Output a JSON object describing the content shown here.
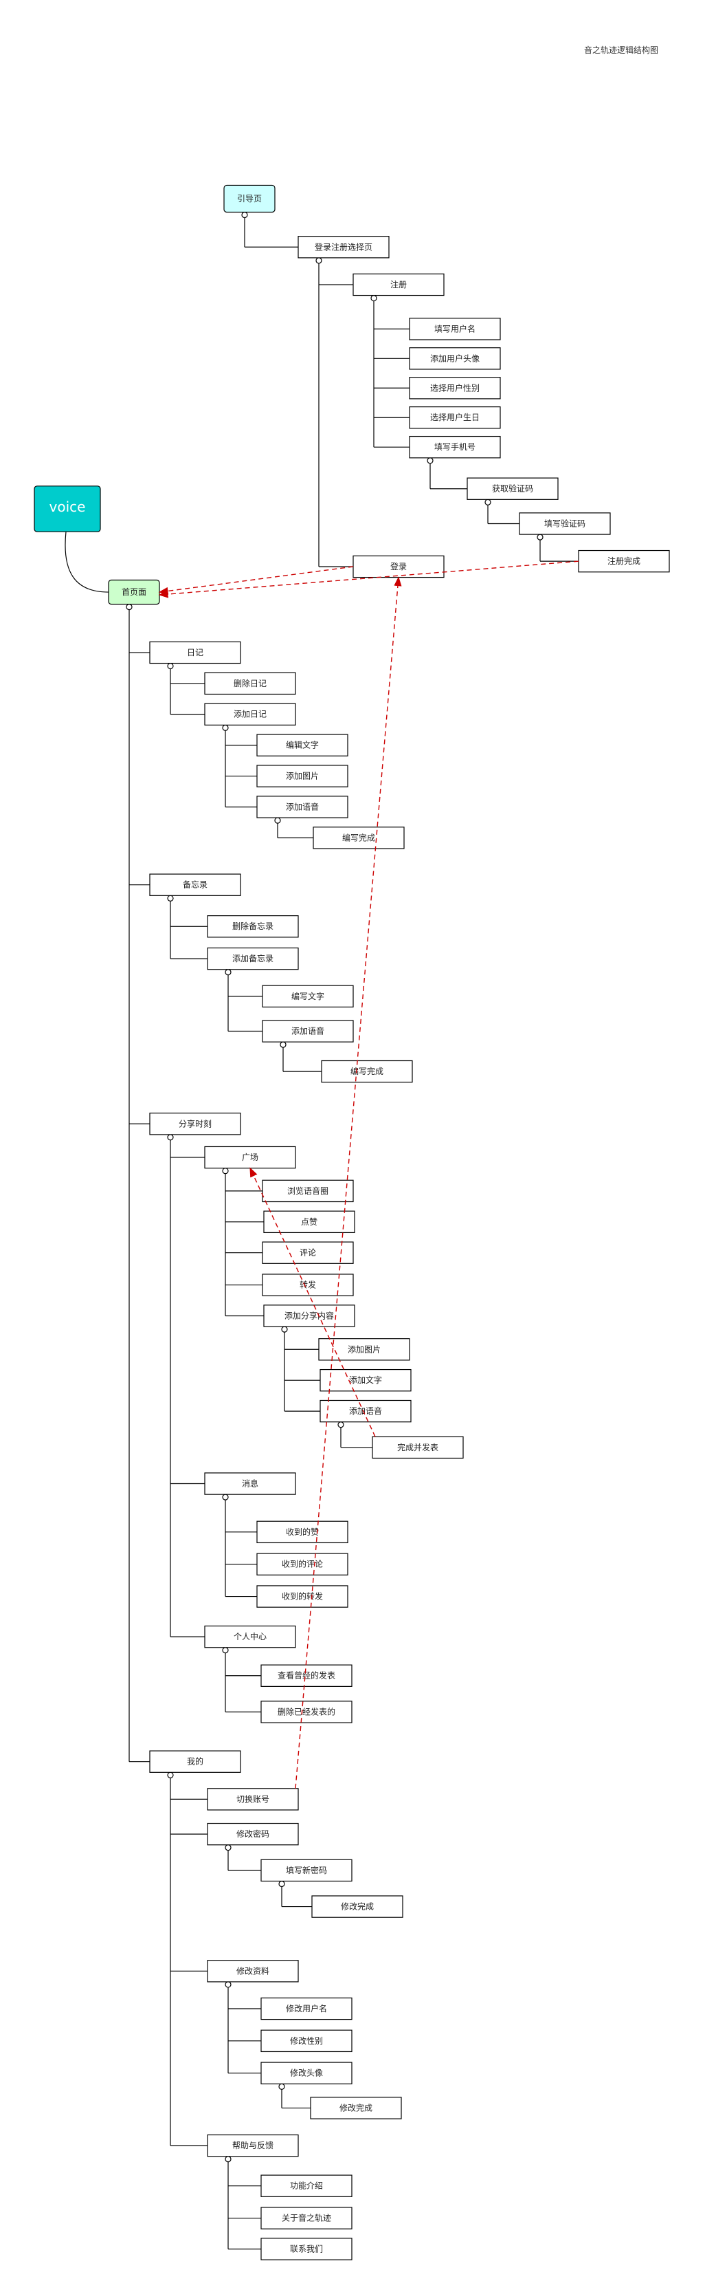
{
  "title": "音之轨迹逻辑结构图",
  "colors": {
    "line": "#000000",
    "arrow": "#cc0000",
    "guide": "#ccffff",
    "home": "#ccffcc",
    "voice": "#00cccc",
    "box": "#ffffff"
  },
  "nodes": {
    "voice": "voice",
    "guide": "引导页",
    "login_register": "登录注册选择页",
    "register": "注册",
    "reg_username": "填写用户名",
    "reg_avatar": "添加用户头像",
    "reg_gender": "选择用户性别",
    "reg_birthday": "选择用户生日",
    "reg_phone": "填写手机号",
    "reg_get_code": "获取验证码",
    "reg_fill_code": "填写验证码",
    "reg_done": "注册完成",
    "login": "登录",
    "home": "首页面",
    "diary": "日记",
    "diary_delete": "删除日记",
    "diary_add": "添加日记",
    "diary_text": "编辑文字",
    "diary_image": "添加图片",
    "diary_voice": "添加语音",
    "diary_done": "编写完成",
    "memo": "备忘录",
    "memo_delete": "删除备忘录",
    "memo_add": "添加备忘录",
    "memo_text": "编写文字",
    "memo_voice": "添加语音",
    "memo_done": "编写完成",
    "share": "分享时刻",
    "square": "广场",
    "browse": "浏览语音圈",
    "like": "点赞",
    "comment": "评论",
    "forward": "转发",
    "add_share": "添加分享内容",
    "share_image": "添加图片",
    "share_text": "添加文字",
    "share_voice": "添加语音",
    "share_done": "完成并发表",
    "message": "消息",
    "msg_like": "收到的赞",
    "msg_comment": "收到的评论",
    "msg_forward": "收到的转发",
    "personal": "个人中心",
    "view_posts": "查看曾经的发表",
    "delete_posts": "删除已经发表的",
    "mine": "我的",
    "switch_account": "切换账号",
    "change_password": "修改密码",
    "new_password": "填写新密码",
    "pwd_done": "修改完成",
    "edit_profile": "修改资料",
    "edit_username": "修改用户名",
    "edit_gender": "修改性别",
    "edit_avatar": "修改头像",
    "profile_done": "修改完成",
    "help": "帮助与反馈",
    "features": "功能介绍",
    "about": "关于音之轨迹",
    "contact": "联系我们"
  }
}
